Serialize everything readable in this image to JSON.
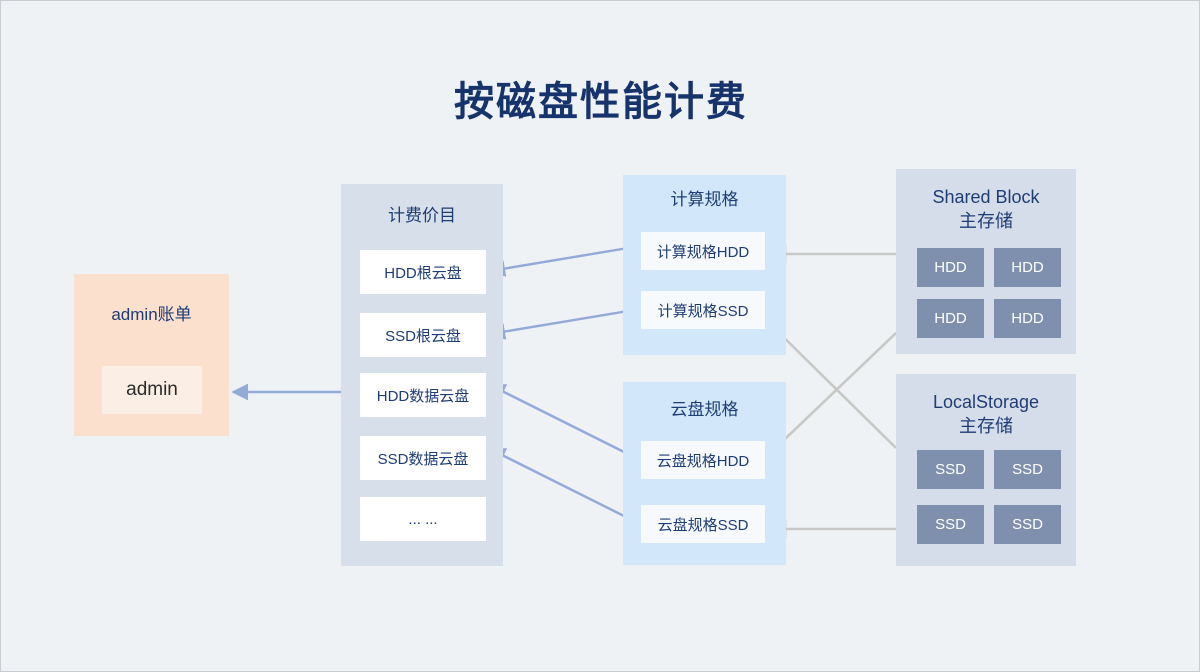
{
  "page": {
    "title": "按磁盘性能计费",
    "background_color": "#eef2f5",
    "title_color": "#16336b"
  },
  "account_panel": {
    "title": "admin账单",
    "color": "#fbe0cd",
    "items": [
      {
        "label": "admin"
      }
    ]
  },
  "billing_panel": {
    "title": "计费价目",
    "color": "#d7dfeb",
    "items": [
      {
        "label": "HDD根云盘"
      },
      {
        "label": "SSD根云盘"
      },
      {
        "label": "HDD数据云盘"
      },
      {
        "label": "SSD数据云盘"
      },
      {
        "label": "... ..."
      }
    ]
  },
  "compute_spec_panel": {
    "title": "计算规格",
    "color": "#d2e8fa",
    "items": [
      {
        "label": "计算规格HDD"
      },
      {
        "label": "计算规格SSD"
      }
    ]
  },
  "disk_spec_panel": {
    "title": "云盘规格",
    "color": "#d2e8fa",
    "items": [
      {
        "label": "云盘规格HDD"
      },
      {
        "label": "云盘规格SSD"
      }
    ]
  },
  "shared_block_panel": {
    "title_line1": "Shared Block",
    "title_line2": "主存储",
    "color": "#d5dcea",
    "tiles": [
      {
        "label": "HDD"
      },
      {
        "label": "HDD"
      },
      {
        "label": "HDD"
      },
      {
        "label": "HDD"
      }
    ]
  },
  "local_storage_panel": {
    "title_line1": "LocalStorage",
    "title_line2": "主存储",
    "color": "#d5dcea",
    "tiles": [
      {
        "label": "SSD"
      },
      {
        "label": "SSD"
      },
      {
        "label": "SSD"
      },
      {
        "label": "SSD"
      }
    ]
  },
  "connectors": {
    "blue_color": "#93a9d8",
    "gray_color": "#c8c8c6",
    "edges": [
      {
        "from": "计费价目",
        "to": "admin",
        "color": "blue"
      },
      {
        "from": "计算规格HDD",
        "to": "HDD根云盘",
        "color": "blue"
      },
      {
        "from": "计算规格SSD",
        "to": "SSD根云盘",
        "color": "blue"
      },
      {
        "from": "云盘规格HDD",
        "to": "HDD数据云盘",
        "color": "blue"
      },
      {
        "from": "云盘规格SSD",
        "to": "SSD数据云盘",
        "color": "blue"
      },
      {
        "from": "Shared Block 主存储",
        "to": "计算规格HDD",
        "color": "gray"
      },
      {
        "from": "Shared Block 主存储",
        "to": "云盘规格HDD",
        "color": "gray"
      },
      {
        "from": "LocalStorage 主存储",
        "to": "计算规格SSD",
        "color": "gray"
      },
      {
        "from": "LocalStorage 主存储",
        "to": "云盘规格SSD",
        "color": "gray"
      }
    ]
  }
}
